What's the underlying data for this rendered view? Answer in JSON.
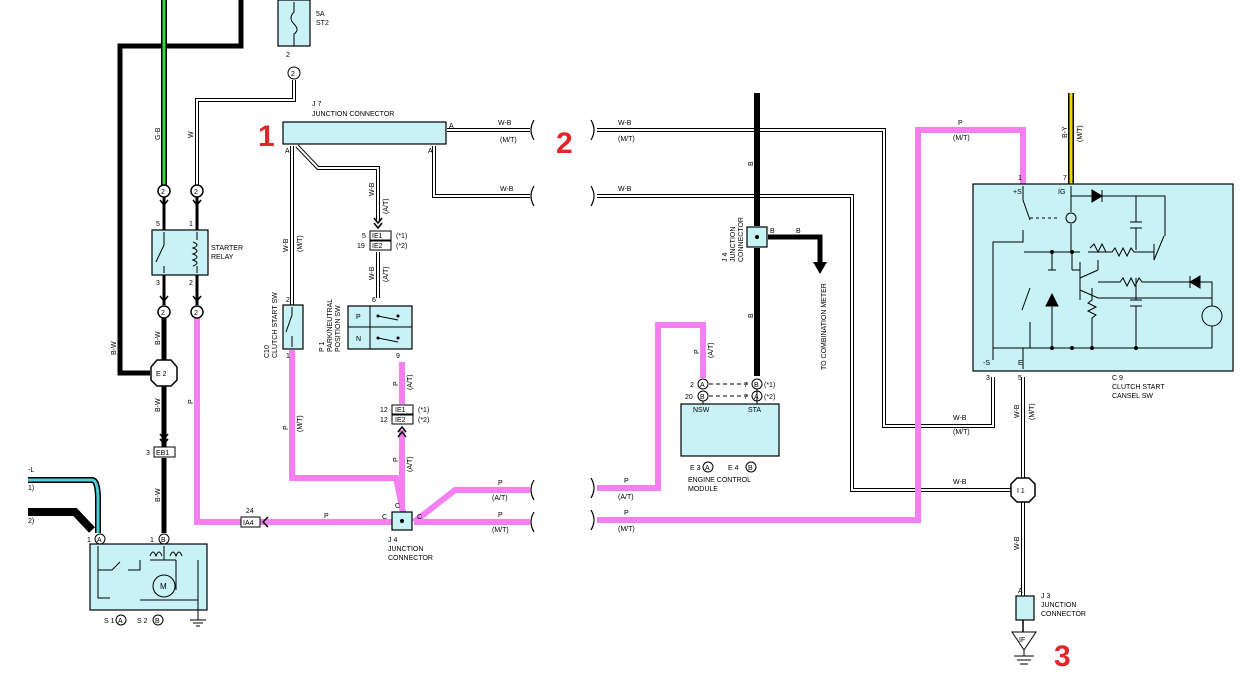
{
  "callouts": [
    "1",
    "2",
    "3"
  ],
  "components": {
    "fuse": {
      "rating": "5A",
      "name": "ST2",
      "pin": "2"
    },
    "j7": {
      "name": "J 7",
      "label": "JUNCTION CONNECTOR",
      "pin_a_left": "A",
      "pin_a_mid": "A",
      "pin_a_right": "A"
    },
    "starter_relay": {
      "label": "STARTER",
      "label2": "RELAY",
      "pin_tl": "5",
      "pin_tr": "1",
      "pin_bl": "3",
      "pin_br": "2"
    },
    "e2": {
      "label": "E 2"
    },
    "eb1": {
      "label": "EB1",
      "pin": "3"
    },
    "starter_motor": {
      "pin_a_num": "1",
      "pin_a": "A",
      "pin_b_num": "1",
      "pin_b": "B",
      "letter": "M",
      "ref1": "S 1",
      "ref1_pin": "A",
      "ref2": "S 2",
      "ref2_pin": "B"
    },
    "clutch_sw": {
      "ref": "C10",
      "label": "CLUTCH START SW",
      "pin_top": "2",
      "pin_bottom": "1"
    },
    "park_sw": {
      "ref": "P 1",
      "label": "PARK/NEUTRAL",
      "label2": "POSITION SW",
      "pin_top": "6",
      "pin_bottom": "9",
      "p": "P",
      "n": "N"
    },
    "ie1_top": {
      "label": "IE1",
      "pin": "5",
      "note": "(*1)"
    },
    "ie2_top": {
      "label": "IE2",
      "pin": "19",
      "note": "(*2)"
    },
    "ie1_bot": {
      "label": "IE1",
      "pin": "12",
      "note": "(*1)"
    },
    "ie2_bot": {
      "label": "IE2",
      "pin": "12",
      "note": "(*2)"
    },
    "ia4": {
      "label": "IA4",
      "pin": "24"
    },
    "j4_left": {
      "ref": "J 4",
      "label": "JUNCTION",
      "label2": "CONNECTOR",
      "pin_c_top": "C",
      "pin_c_left": "C",
      "pin_c_right": "C"
    },
    "j4_right": {
      "ref": "J 4",
      "label": "JUNCTION",
      "label2": "CONNECTOR",
      "pin_b_left": "B",
      "pin_b_right": "B"
    },
    "ecm": {
      "label": "ENGINE CONTROL",
      "label2": "MODULE",
      "nsw": "NSW",
      "sta": "STA",
      "ref1": "E 3",
      "ref1_pin": "A",
      "ref2": "E 4",
      "ref2_pin": "B",
      "pin2": "2",
      "pin2_letter": "A",
      "pin20": "20",
      "pin20_letter": "B",
      "pin7a": "7",
      "pin7a_letter": "B",
      "pin7a_note": "(*1)",
      "pin7b": "7",
      "pin7b_letter": "A",
      "pin7b_note": "(*2)"
    },
    "to_meter": {
      "label": "TO COMBINATION METER"
    },
    "c9": {
      "ref": "C 9",
      "label": "CLUTCH START",
      "label2": "CANSEL SW",
      "plus_s": "+S",
      "ig": "IG",
      "minus_s": "-S",
      "e": "E",
      "pin1": "1",
      "pin7": "7",
      "pin3": "3",
      "pin5": "5"
    },
    "i1": {
      "label": "I 1"
    },
    "j3": {
      "ref": "J 3",
      "label": "JUNCTION",
      "label2": "CONNECTOR",
      "pin": "A"
    },
    "ground": {
      "label": "IF"
    }
  },
  "wires": {
    "gb": "G-B",
    "w": "W",
    "bw": "B-W",
    "bw2": "B-W",
    "bw3": "B-W",
    "p_main": "P",
    "p_clutch": "P",
    "mt_clutch": "(M/T)",
    "wb_clutch": "W-B",
    "mt_wb_clutch": "(M/T)",
    "wb_park": "W-B",
    "at_park": "(A/T)",
    "wb_park2": "W-B",
    "at_park2": "(A/T)",
    "p_park": "P",
    "at_p_park": "(A/T)",
    "p_park2": "P",
    "at_p_park2": "(A/T)",
    "p_ia4": "P",
    "p_at_out": "P",
    "at_out": "(A/T)",
    "p_mt_out": "P",
    "mt_out": "(M/T)",
    "wb_j7_out": "W-B",
    "mt_j7_out": "(M/T)",
    "wb_j7_out2": "W-B",
    "wb_right1": "W-B",
    "mt_right1": "(M/T)",
    "wb_right2": "W-B",
    "b_top": "B",
    "b_j4": "B",
    "b_mid": "B",
    "p_ecm": "P",
    "at_ecm": "(A/T)",
    "p_at_in": "P",
    "at_in": "(A/T)",
    "p_mt_in": "P",
    "mt_in": "(M/T)",
    "p_c9": "P",
    "mt_c9": "(M/T)",
    "by": "B-Y",
    "mt_by": "(M/T)",
    "wb_c9_1": "W-B",
    "mt_c9_1": "(M/T)",
    "wb_c9_2": "W-B",
    "wb_c9_e": "W-B",
    "mt_c9_e": "(M/T)",
    "wb_i1": "W-B",
    "left_l": "-L",
    "left_1": "1)",
    "left_2": "2)"
  },
  "colors": {
    "pink": "#f47ff0",
    "green": "#3bd63b",
    "cyan": "#4fd0d8",
    "yellow": "#f2d200",
    "callout": "#e3252b",
    "component": "#c8f2f6"
  }
}
